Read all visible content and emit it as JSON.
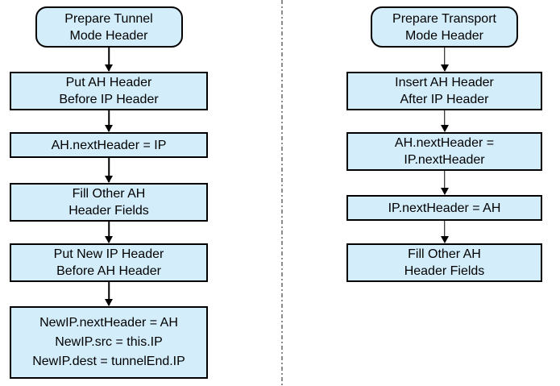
{
  "diagram": {
    "type": "flowchart",
    "colors": {
      "node_fill": "#d3edfb",
      "node_border": "#000000",
      "arrow": "#000000",
      "divider": "#8c8c8c"
    },
    "flows": [
      {
        "start": "Prepare Tunnel\nMode Header",
        "steps": [
          "Put AH Header\nBefore IP Header",
          "AH.nextHeader = IP",
          "Fill Other AH\nHeader Fields",
          "Put New IP Header\nBefore AH Header",
          "NewIP.nextHeader = AH\nNewIP.src = this.IP\nNewIP.dest = tunnelEnd.IP"
        ]
      },
      {
        "start": "Prepare Transport\nMode Header",
        "steps": [
          "Insert AH Header\nAfter IP Header",
          "AH.nextHeader =\nIP.nextHeader",
          "IP.nextHeader = AH",
          "Fill Other AH\nHeader Fields"
        ]
      }
    ]
  }
}
